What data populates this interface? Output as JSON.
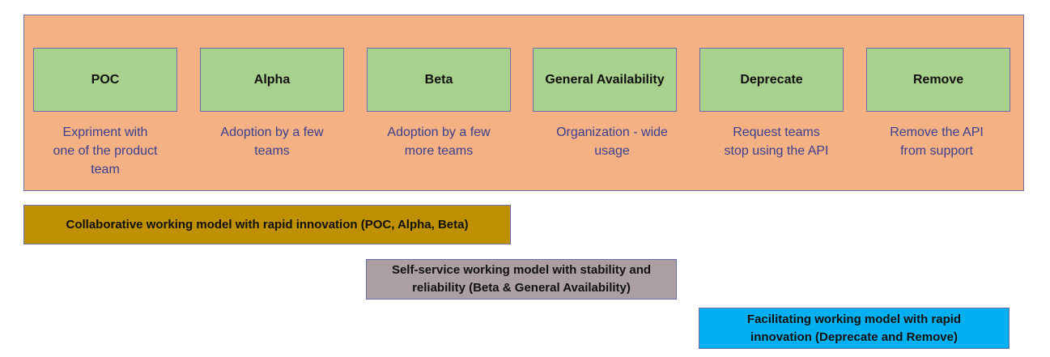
{
  "stages": [
    {
      "name": "POC",
      "description": "Expriment with\none of the product\nteam"
    },
    {
      "name": "Alpha",
      "description": "Adoption by a few\nteams"
    },
    {
      "name": "Beta",
      "description": "Adoption by a few\nmore teams"
    },
    {
      "name": "General Availability",
      "description": "Organization - wide\nusage"
    },
    {
      "name": "Deprecate",
      "description": "Request teams\nstop using the API"
    },
    {
      "name": "Remove",
      "description": "Remove the API\nfrom support"
    }
  ],
  "working_models": {
    "collaborative": "Collaborative working model with rapid innovation (POC, Alpha, Beta)",
    "self_service": "Self-service working model with stability and\nreliability (Beta & General Availability)",
    "facilitating": "Facilitating working model with rapid\ninnovation (Deprecate and Remove)"
  },
  "colors": {
    "panel": "#f4b183",
    "stage": "#a9d18e",
    "collaborative": "#bf9000",
    "self_service": "#ab9fa4",
    "facilitating": "#00b0f0",
    "description_text": "#3c3f8f"
  }
}
